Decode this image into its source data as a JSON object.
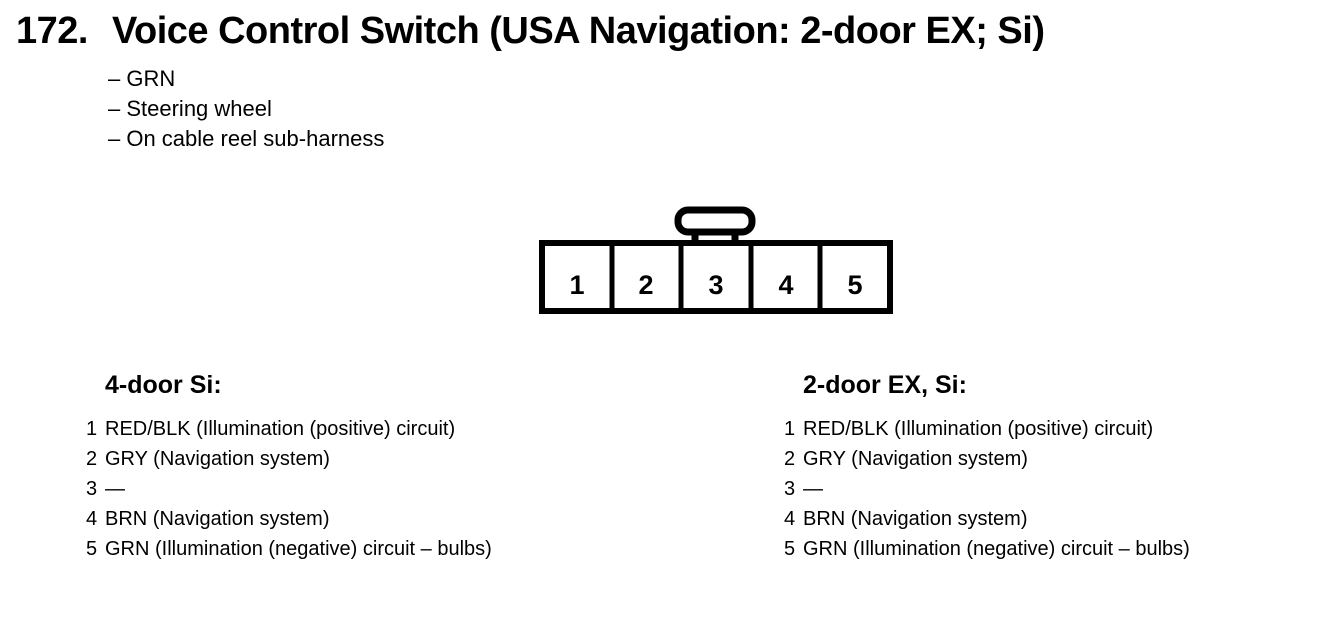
{
  "page": {
    "section_number": "172.",
    "title": "Voice Control Switch (USA Navigation: 2-door EX; Si)",
    "notes": [
      "– GRN",
      "– Steering wheel",
      "– On cable reel sub-harness"
    ]
  },
  "connector": {
    "pins": [
      "1",
      "2",
      "3",
      "4",
      "5"
    ]
  },
  "columns": [
    {
      "header": "4-door Si:",
      "rows": [
        {
          "pin": "1",
          "desc": "RED/BLK (Illumination (positive) circuit)"
        },
        {
          "pin": "2",
          "desc": "GRY (Navigation system)"
        },
        {
          "pin": "3",
          "desc": "—"
        },
        {
          "pin": "4",
          "desc": "BRN (Navigation system)"
        },
        {
          "pin": "5",
          "desc": "GRN (Illumination (negative) circuit – bulbs)"
        }
      ]
    },
    {
      "header": "2-door EX, Si:",
      "rows": [
        {
          "pin": "1",
          "desc": "RED/BLK (Illumination (positive) circuit)"
        },
        {
          "pin": "2",
          "desc": "GRY (Navigation system)"
        },
        {
          "pin": "3",
          "desc": "—"
        },
        {
          "pin": "4",
          "desc": "BRN (Navigation system)"
        },
        {
          "pin": "5",
          "desc": "GRN (Illumination (negative) circuit – bulbs)"
        }
      ]
    }
  ],
  "colors": {
    "ink": "#000000",
    "background": "#ffffff"
  }
}
